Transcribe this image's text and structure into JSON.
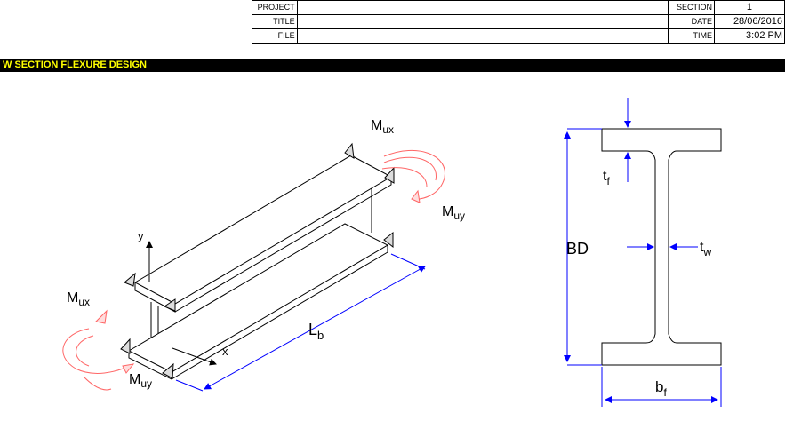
{
  "header": {
    "project_label": "PROJECT",
    "project_value": "",
    "section_label": "SECTION",
    "section_value": "1",
    "title_label": "TITLE",
    "title_value": "",
    "date_label": "DATE",
    "date_value": "28/06/2016",
    "file_label": "FILE",
    "file_value": "",
    "time_label": "TIME",
    "time_value": "3:02 PM"
  },
  "band_title": "W SECTION FLEXURE DESIGN",
  "beam_diagram": {
    "moment_ux_end": {
      "main": "M",
      "sub": "ux"
    },
    "moment_uy_end": {
      "main": "M",
      "sub": "uy"
    },
    "moment_ux_start": {
      "main": "M",
      "sub": "ux"
    },
    "moment_uy_start": {
      "main": "M",
      "sub": "uy"
    },
    "axis_y": "y",
    "axis_x": "x",
    "length": {
      "main": "L",
      "sub": "b"
    }
  },
  "section_diagram": {
    "depth": "BD",
    "flange_thickness": {
      "main": "t",
      "sub": "f"
    },
    "web_thickness": {
      "main": "t",
      "sub": "w"
    },
    "flange_width": {
      "main": "b",
      "sub": "f"
    }
  },
  "colors": {
    "band_bg": "#000000",
    "band_text": "#ffff00",
    "dimension": "#0000ff",
    "moment_arrow": "#ff6666"
  }
}
